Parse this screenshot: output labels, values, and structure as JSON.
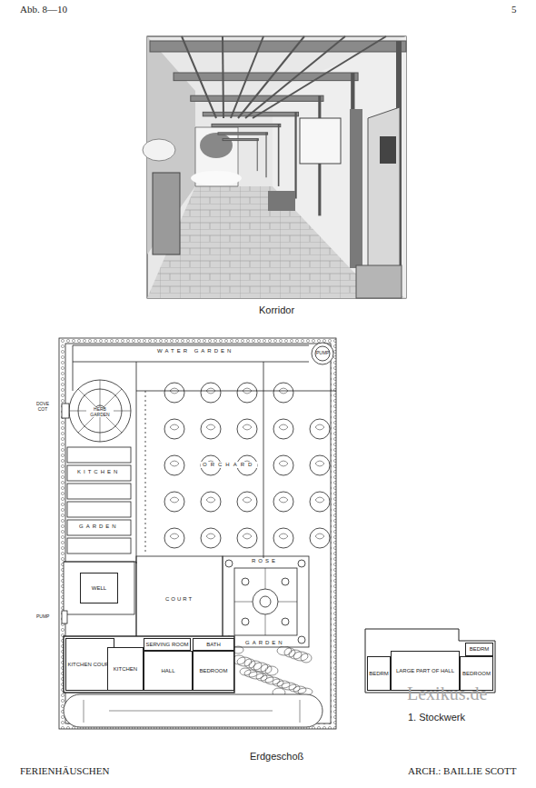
{
  "diagram": {
    "nodes": [
      {
        "text": [
          "WELL"
        ]
      },
      {
        "text": [
          "KITCHEN COURT"
        ]
      },
      {
        "text": [
          "KITCHEN"
        ]
      },
      {
        "text": [
          "SERVING ROOM"
        ]
      },
      {
        "text": [
          "HALL"
        ]
      },
      {
        "text": [
          "BATH"
        ]
      },
      {
        "text": [
          "BEDROOM"
        ]
      },
      {
        "text": [
          "BEDRM"
        ]
      },
      {
        "text": [
          "LARGE PART OF HALL"
        ]
      },
      {
        "text": [
          "BEDROOM"
        ]
      },
      {
        "text": [
          "BEDRM"
        ]
      }
    ],
    "labels": [
      "Abb. 8—10",
      "5",
      "Korridor",
      "WATER GARDEN",
      "PUMP",
      "DOVE COT",
      "HERB GARDEN",
      "KITCHEN",
      "GARDEN",
      "ORCHARD",
      "COURT",
      "ROSE",
      "GARDEN",
      "PUMP",
      "Erdgeschoß",
      "1. Stockwerk",
      "Lexikus.de",
      "FERIENHÄUSCHEN",
      "ARCH.: BAILLIE SCOTT"
    ]
  }
}
